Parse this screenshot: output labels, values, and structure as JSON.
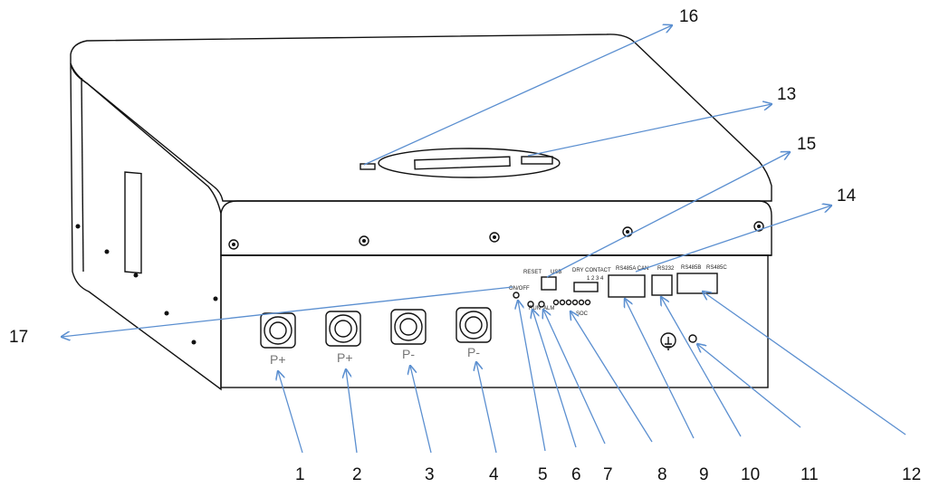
{
  "callouts": [
    "1",
    "2",
    "3",
    "4",
    "5",
    "6",
    "7",
    "8",
    "9",
    "10",
    "11",
    "12",
    "13",
    "14",
    "15",
    "16",
    "17"
  ],
  "panel_labels": {
    "reset": "RESET",
    "usb": "USB",
    "dry_contact": "DRY CONTACT",
    "dry_contact_pins": "1 2 3 4",
    "rs485a_can": "RS485A CAN",
    "rs232": "RS232",
    "rs485b": "RS485B",
    "rs485c": "RS485C",
    "on_off": "ON/OFF",
    "run": "RUN",
    "alm": "ALM",
    "soc": "SOC"
  },
  "port_labels": [
    "P+",
    "P+",
    "P-",
    "P-"
  ],
  "colors": {
    "arrow": "#5b8fd0",
    "outline": "#111111",
    "text": "#111111"
  }
}
